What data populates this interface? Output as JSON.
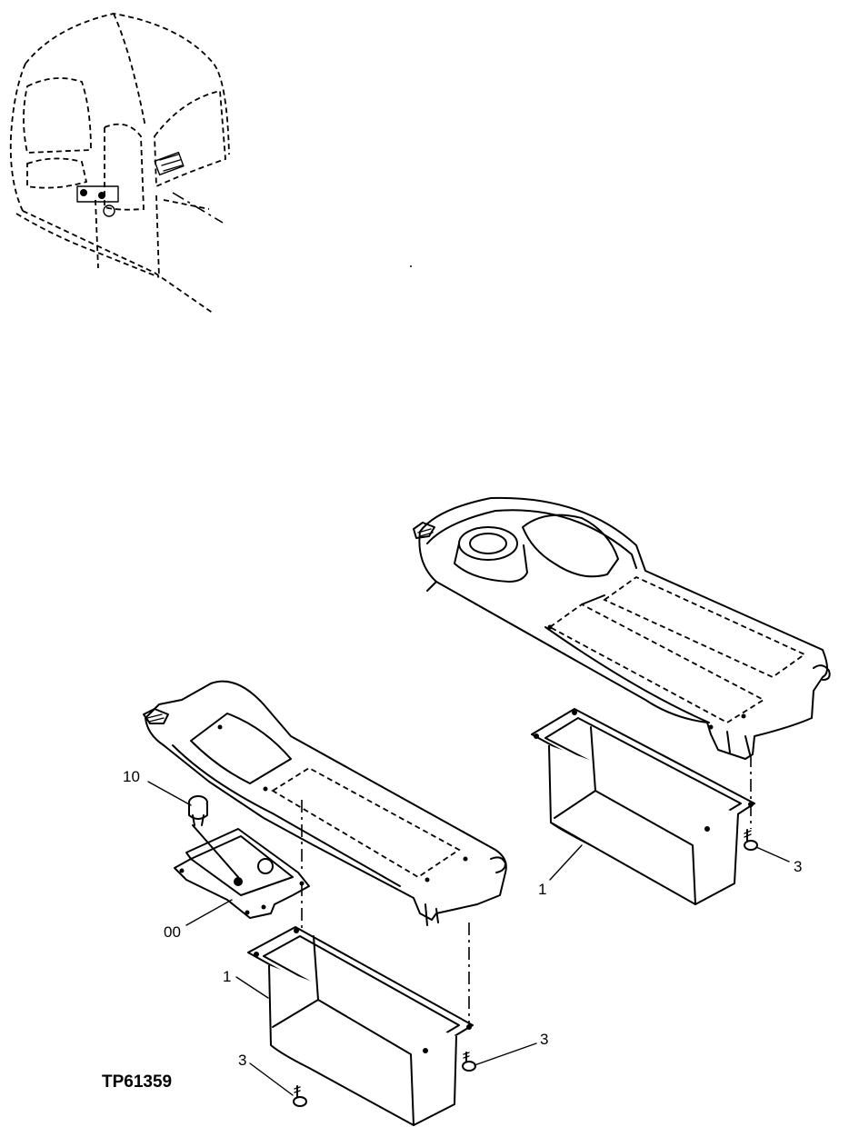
{
  "drawing_code": "TP61359",
  "callouts": {
    "c10": "10",
    "c00": "00",
    "c1_left": "1",
    "c1_right": "1",
    "c3_right": "3",
    "c3_mid": "3",
    "c3_left": "3"
  },
  "parts": [
    {
      "ref": "1",
      "name": "storage-box"
    },
    {
      "ref": "3",
      "name": "screw"
    },
    {
      "ref": "10",
      "name": "knob"
    },
    {
      "ref": "00",
      "name": "bracket-plate"
    }
  ]
}
